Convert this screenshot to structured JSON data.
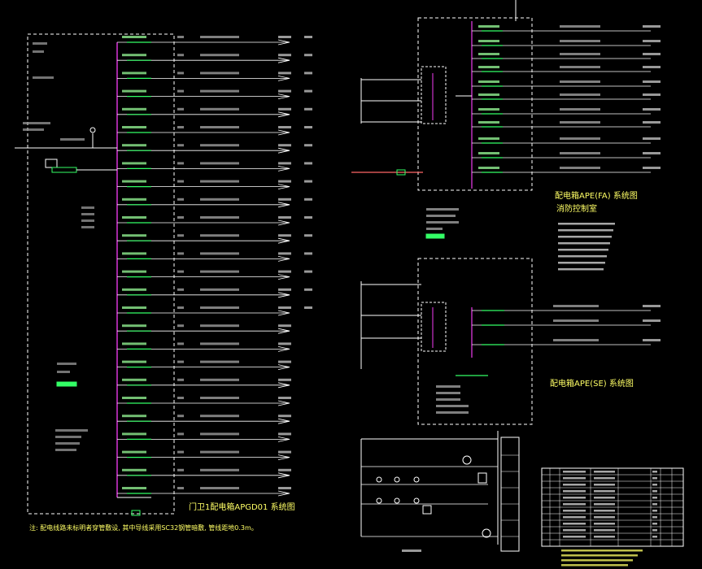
{
  "titles": {
    "main_panel": "门卫1配电箱APGD01 系统图",
    "fa_panel": "配电箱APE(FA) 系统图",
    "fa_subtitle": "消防控制室",
    "se_panel": "配电箱APE(SE) 系统图"
  },
  "notes": {
    "main_bottom": "注: 配电线路未标明者穿管敷设, 其中导线采用SC32钢管暗敷, 管线距地0.3m。"
  },
  "colors": {
    "background": "#000000",
    "busbar": "#cc33cc",
    "wire": "#ffffff",
    "breaker": "#33ff66",
    "dashed_frame": "#ffffff",
    "title_text": "#ffff66",
    "highlight": "#ff6666"
  }
}
